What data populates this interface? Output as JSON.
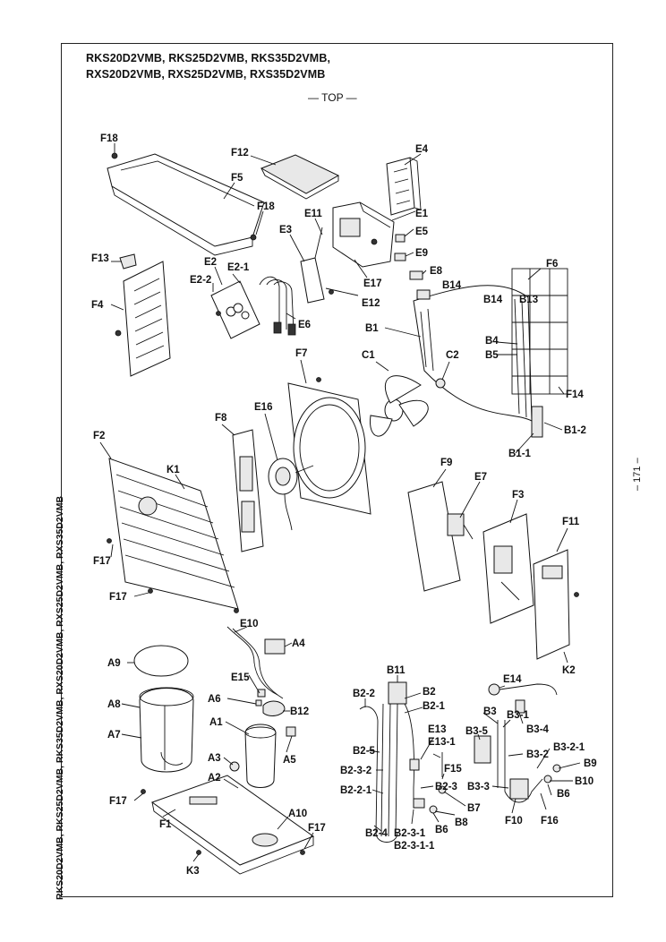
{
  "header": {
    "model_line_1": "RKS20D2VMB, RKS25D2VMB, RKS35D2VMB,",
    "model_line_2": "RXS20D2VMB, RXS25D2VMB, RXS35D2VMB",
    "view_label": "— TOP —"
  },
  "side_text": "RKS20D2VMB, RKS25D2VMB, RKS35D2VMB, RXS20D2VMB, RXS25D2VMB, RXS35D2VMB",
  "page_number": "– 171 –",
  "parts": {
    "F18a": "F18",
    "F12": "F12",
    "E4": "E4",
    "F5": "F5",
    "F18b": "F18",
    "E11": "E11",
    "E1": "E1",
    "E3": "E3",
    "E5": "E5",
    "E9": "E9",
    "F13": "F13",
    "E2": "E2",
    "E2_1": "E2-1",
    "E2_2": "E2-2",
    "E8": "E8",
    "F6": "F6",
    "E17": "E17",
    "B14a": "B14",
    "B14b": "B14",
    "B13": "B13",
    "F4": "F4",
    "E12": "E12",
    "E6": "E6",
    "B1": "B1",
    "B4": "B4",
    "B5": "B5",
    "F7": "F7",
    "C1": "C1",
    "C2": "C2",
    "F14": "F14",
    "E16": "E16",
    "F8": "F8",
    "B1_2": "B1-2",
    "F2": "F2",
    "B1_1": "B1-1",
    "K1": "K1",
    "F9": "F9",
    "E7": "E7",
    "F3": "F3",
    "F11": "F11",
    "F17a": "F17",
    "F17b": "F17",
    "E10": "E10",
    "A4": "A4",
    "K2": "K2",
    "A9": "A9",
    "E15": "E15",
    "A6": "A6",
    "A8": "A8",
    "B12": "B12",
    "A1": "A1",
    "A7": "A7",
    "A5": "A5",
    "A3": "A3",
    "A2": "A2",
    "F17c": "F17",
    "A10": "A10",
    "F1": "F1",
    "F17d": "F17",
    "K3": "K3",
    "B11": "B11",
    "B2": "B2",
    "B2_1": "B2-1",
    "B2_2": "B2-2",
    "E14": "E14",
    "B3": "B3",
    "B3_1": "B3-1",
    "B3_4": "B3-4",
    "E13": "E13",
    "E13_1": "E13-1",
    "B2_5": "B2-5",
    "B3_5": "B3-5",
    "B3_2": "B3-2",
    "B3_2_1": "B3-2-1",
    "B2_3_2": "B2-3-2",
    "F15": "F15",
    "B9": "B9",
    "B2_3": "B2-3",
    "B3_3": "B3-3",
    "B10": "B10",
    "B2_2_1": "B2-2-1",
    "B6a": "B6",
    "B7": "B7",
    "B8": "B8",
    "F10": "F10",
    "F16": "F16",
    "B2_4": "B2-4",
    "B2_3_1": "B2-3-1",
    "B6b": "B6",
    "B2_3_1_1": "B2-3-1-1"
  }
}
